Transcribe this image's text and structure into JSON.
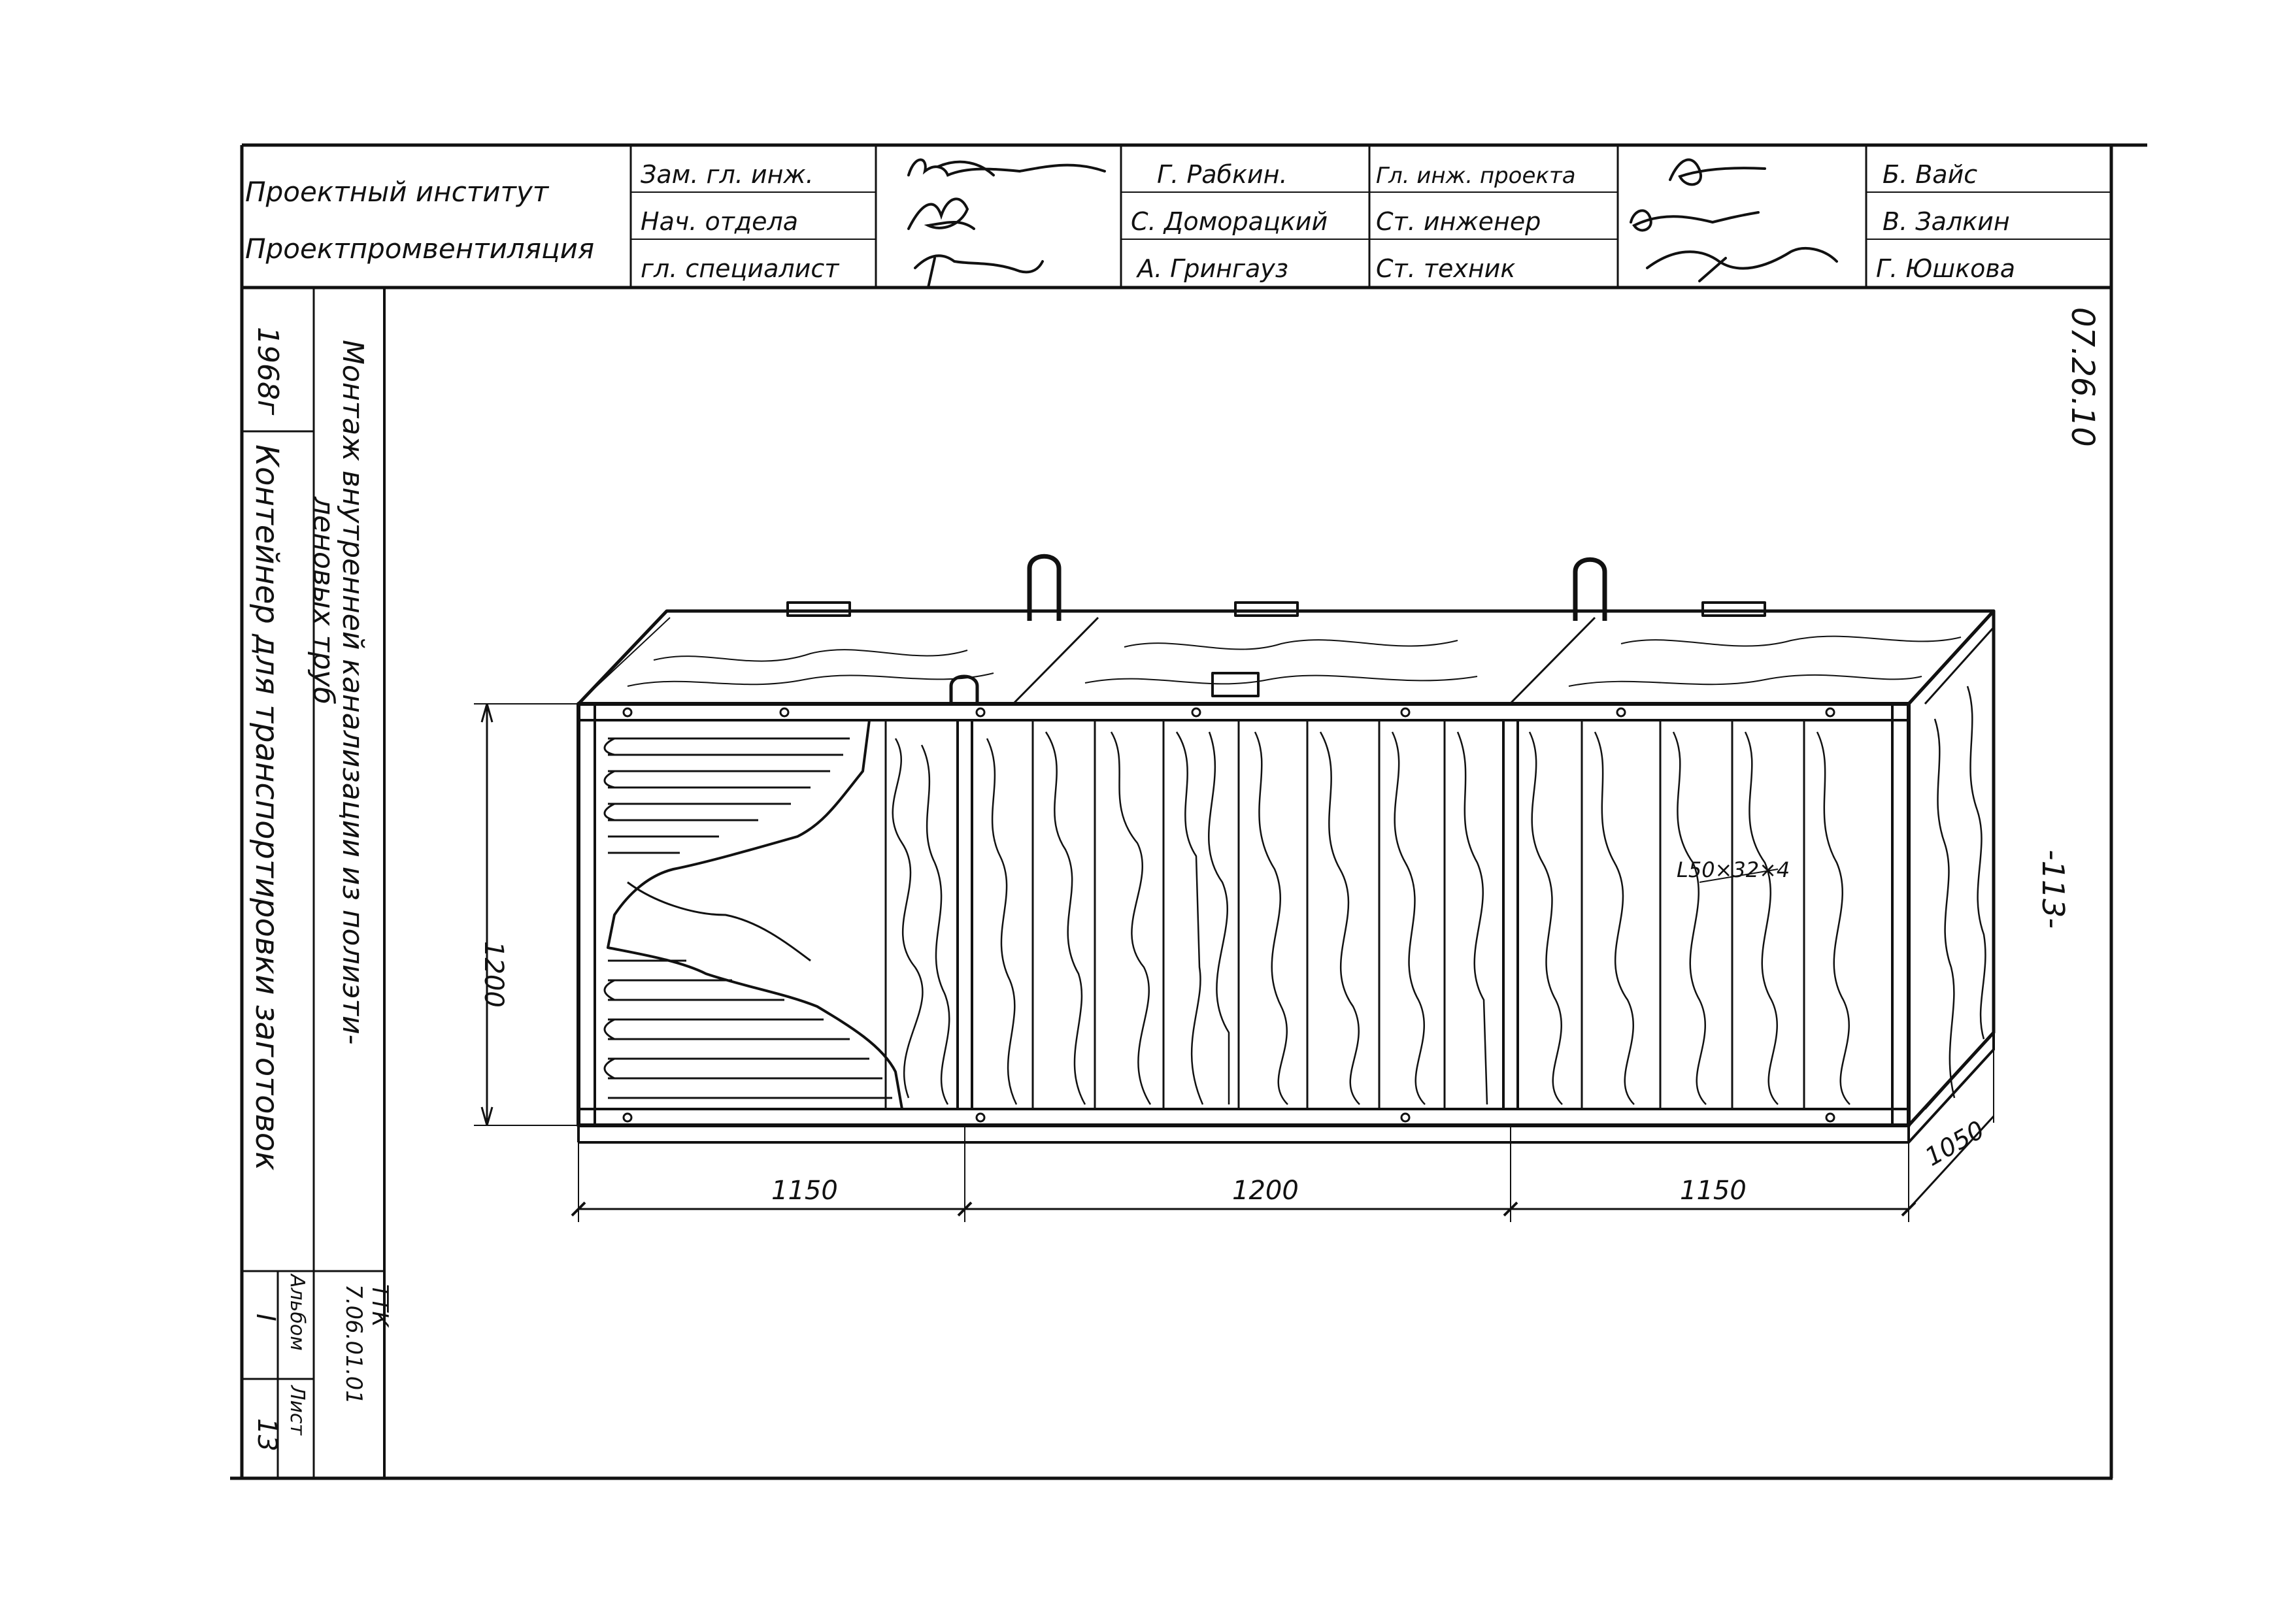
{
  "title_block": {
    "institute_line1": "Проектный институт",
    "institute_line2": "Проектпромвентиляция",
    "roles_left": [
      "Зам. гл. инж.",
      "Нач. отдела",
      "гл. специалист"
    ],
    "names_left": [
      "Г. Рабкин.",
      "С. Доморацкий",
      "А. Грингауз"
    ],
    "roles_right": [
      "Гл. инж. проекта",
      "Ст. инженер",
      "Ст. техник"
    ],
    "names_right": [
      "Б. Вайс",
      "В. Залкин",
      "Г. Юшкова"
    ]
  },
  "side_block": {
    "year": "1968г",
    "subject": "Монтаж внутренней канализации из полиэти-",
    "subject_cont": "леновых труб",
    "drawing_title": "Контейнер для транспортировки заготовок",
    "ttk_label": "ТТК",
    "ttk_code": "7.06.01.01",
    "album_label": "Альбом",
    "album_value": "I",
    "sheet_label": "Лист",
    "sheet_value": "13"
  },
  "drawing_code": "07.26.10",
  "page_number": "-113-",
  "dimensions": {
    "height": "1200",
    "seg_left": "1150",
    "seg_mid": "1200",
    "seg_right": "1150",
    "depth": "1050",
    "angle_callout": "L50×32×4"
  }
}
